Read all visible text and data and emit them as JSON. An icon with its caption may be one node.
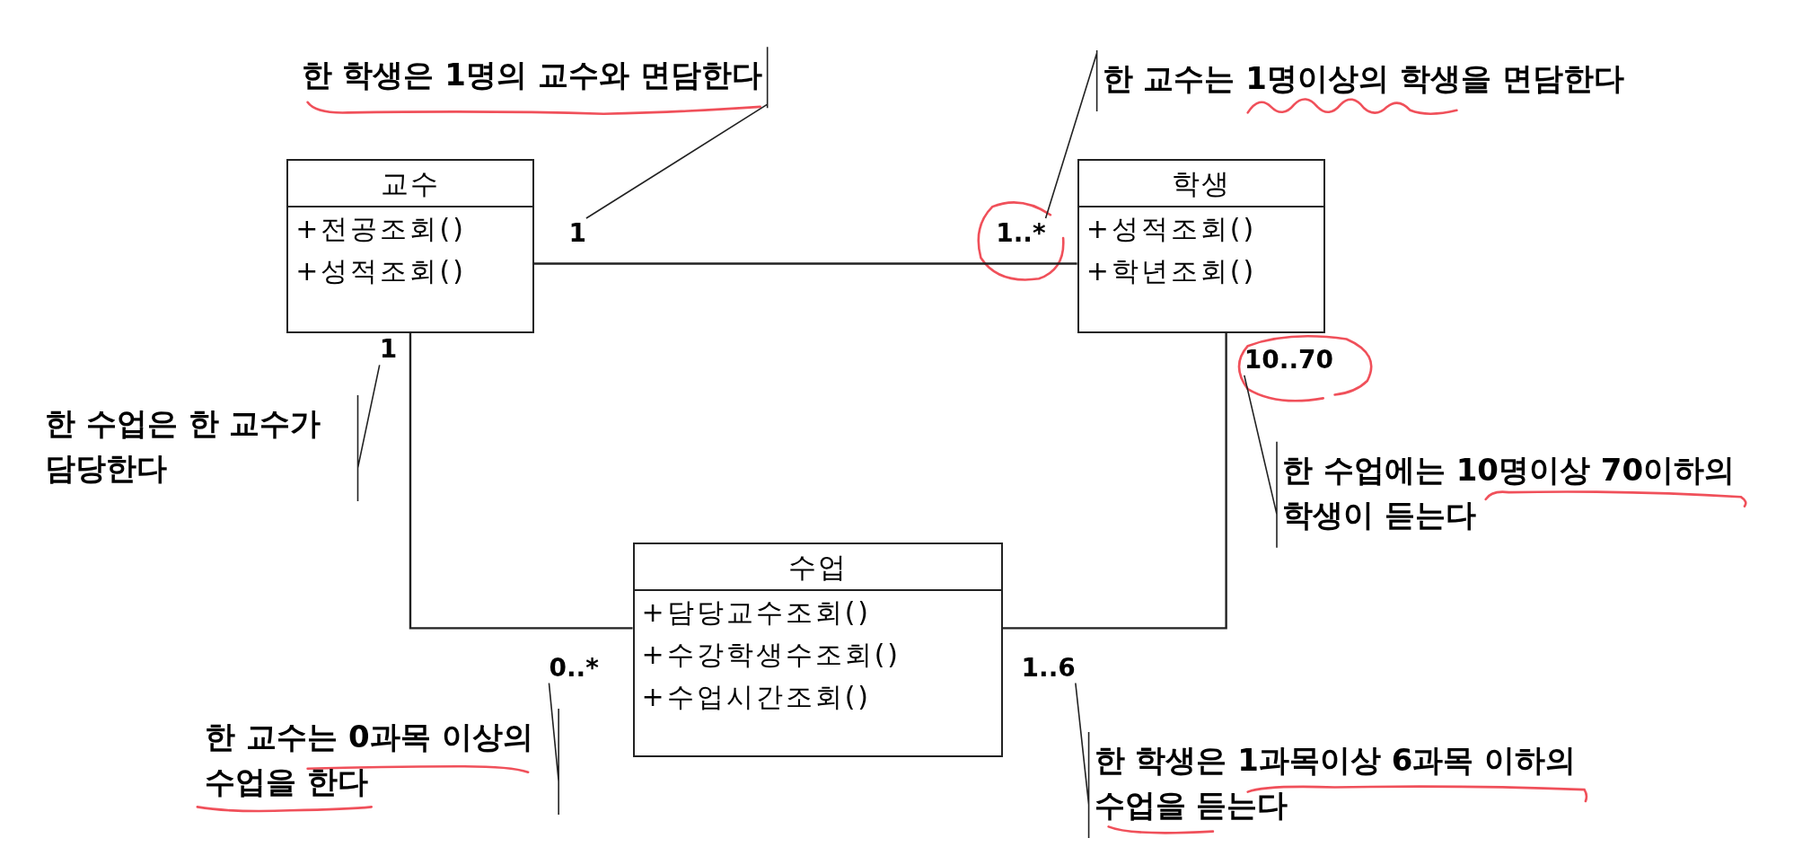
{
  "diagram": {
    "nodes": [
      {
        "text": [
          "교수",
          "+전공조회()",
          "+성적조회()"
        ]
      },
      {
        "text": [
          "학생",
          "+성적조회()",
          "+학년조회()"
        ]
      },
      {
        "text": [
          "수업",
          "+담당교수조회()",
          "+수강학생수조회()",
          "+수업시간조회()"
        ]
      },
      {
        "text": [
          "1"
        ]
      },
      {
        "text": [
          "1..*"
        ]
      },
      {
        "text": [
          "1"
        ]
      },
      {
        "text": [
          "10..70"
        ]
      },
      {
        "text": [
          "0..*"
        ]
      },
      {
        "text": [
          "1..6"
        ]
      },
      {
        "text": [
          "한 학생은 1명의 교수와 면담한다"
        ]
      },
      {
        "text": [
          "한 교수는 1명이상의 학생을 면담한다"
        ]
      },
      {
        "text": [
          "한 수업은 한 교수가 담당한다"
        ]
      },
      {
        "text": [
          "한 수업에는 10명이상 70이하의 학생이 듣는다"
        ]
      },
      {
        "text": [
          "한 교수는 0과목 이상의 수업을 한다"
        ]
      },
      {
        "text": [
          "한 학생은 1과목이상 6과목 이하의 수업을 듣는다"
        ]
      }
    ],
    "edges": [
      {
        "from": 0,
        "to": 1,
        "arrow": "none"
      },
      {
        "from": 0,
        "to": 2,
        "arrow": "none"
      },
      {
        "from": 1,
        "to": 2,
        "arrow": "none"
      },
      {
        "from": 9,
        "to": 3,
        "arrow": "none"
      },
      {
        "from": 10,
        "to": 4,
        "arrow": "none"
      },
      {
        "from": 11,
        "to": 5,
        "arrow": "none"
      },
      {
        "from": 12,
        "to": 6,
        "arrow": "none"
      },
      {
        "from": 13,
        "to": 7,
        "arrow": "none"
      },
      {
        "from": 14,
        "to": 8,
        "arrow": "none"
      }
    ]
  }
}
